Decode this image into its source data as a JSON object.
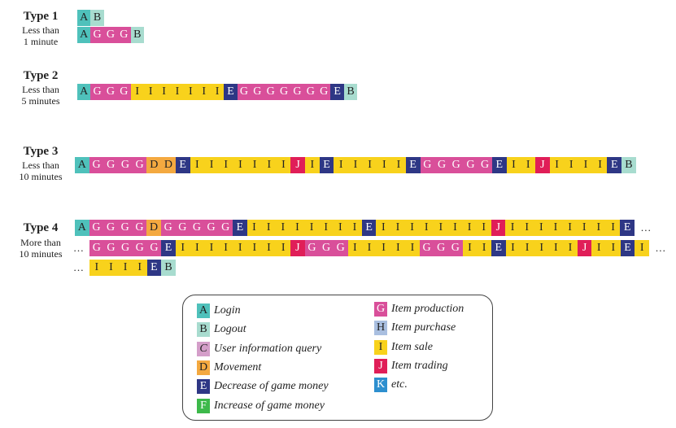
{
  "colors": {
    "A": "#4fc1bb",
    "B": "#a8dccf",
    "C": "#d49ec9",
    "D": "#f4a940",
    "E": "#2e3785",
    "F": "#3db94a",
    "G": "#d94f9a",
    "H": "#a9bfe0",
    "I": "#f8d21c",
    "J": "#e01e58",
    "K": "#2d8fcf"
  },
  "types": [
    {
      "title": "Type 1",
      "desc": [
        "Less than",
        "1 minute"
      ],
      "rows": [
        {
          "prefix": "",
          "suffix": "",
          "segments": [
            "A",
            "B"
          ]
        },
        {
          "prefix": "",
          "suffix": "",
          "segments": [
            "A",
            "G",
            "G",
            "G",
            "B"
          ]
        }
      ]
    },
    {
      "title": "Type 2",
      "desc": [
        "Less than",
        "5 minutes"
      ],
      "rows": [
        {
          "prefix": "",
          "suffix": "",
          "segments": [
            "A",
            "G",
            "G",
            "G",
            "I",
            "I",
            "I",
            "I",
            "I",
            "I",
            "I",
            "E",
            "G",
            "G",
            "G",
            "G",
            "G",
            "G",
            "G",
            "E",
            "B"
          ]
        }
      ]
    },
    {
      "title": "Type 3",
      "desc": [
        "Less than",
        "10 minutes"
      ],
      "rows": [
        {
          "prefix": "",
          "suffix": "",
          "segments": [
            "A",
            "G",
            "G",
            "G",
            "G",
            "D",
            "D",
            "E",
            "I",
            "I",
            "I",
            "I",
            "I",
            "I",
            "I",
            "J",
            "I",
            "E",
            "I",
            "I",
            "I",
            "I",
            "I",
            "E",
            "G",
            "G",
            "G",
            "G",
            "G",
            "E",
            "I",
            "I",
            "J",
            "I",
            "I",
            "I",
            "I",
            "E",
            "B"
          ]
        }
      ]
    },
    {
      "title": "Type 4",
      "desc": [
        "More than",
        "10 minutes"
      ],
      "rows": [
        {
          "prefix": "",
          "suffix": "…",
          "segments": [
            "A",
            "G",
            "G",
            "G",
            "G",
            "D",
            "G",
            "G",
            "G",
            "G",
            "G",
            "E",
            "I",
            "I",
            "I",
            "I",
            "I",
            "I",
            "I",
            "I",
            "E",
            "I",
            "I",
            "I",
            "I",
            "I",
            "I",
            "I",
            "I",
            "J",
            "I",
            "I",
            "I",
            "I",
            "I",
            "I",
            "I",
            "I",
            "E"
          ]
        },
        {
          "prefix": "…",
          "suffix": "…",
          "segments": [
            "G",
            "G",
            "G",
            "G",
            "G",
            "E",
            "I",
            "I",
            "I",
            "I",
            "I",
            "I",
            "I",
            "I",
            "J",
            "G",
            "G",
            "G",
            "I",
            "I",
            "I",
            "I",
            "I",
            "G",
            "G",
            "G",
            "I",
            "I",
            "E",
            "I",
            "I",
            "I",
            "I",
            "I",
            "J",
            "I",
            "I",
            "E",
            "I"
          ]
        },
        {
          "prefix": "…",
          "suffix": "",
          "segments": [
            "I",
            "I",
            "I",
            "I",
            "E",
            "B"
          ]
        }
      ]
    }
  ],
  "legend": [
    {
      "code": "A",
      "label": "Login"
    },
    {
      "code": "B",
      "label": "Logout"
    },
    {
      "code": "C",
      "label": "User information query"
    },
    {
      "code": "D",
      "label": "Movement"
    },
    {
      "code": "E",
      "label": "Decrease of game money"
    },
    {
      "code": "F",
      "label": "Increase of game money"
    },
    {
      "code": "G",
      "label": "Item production"
    },
    {
      "code": "H",
      "label": "Item purchase"
    },
    {
      "code": "I",
      "label": "Item sale"
    },
    {
      "code": "J",
      "label": "Item trading"
    },
    {
      "code": "K",
      "label": "etc."
    }
  ]
}
